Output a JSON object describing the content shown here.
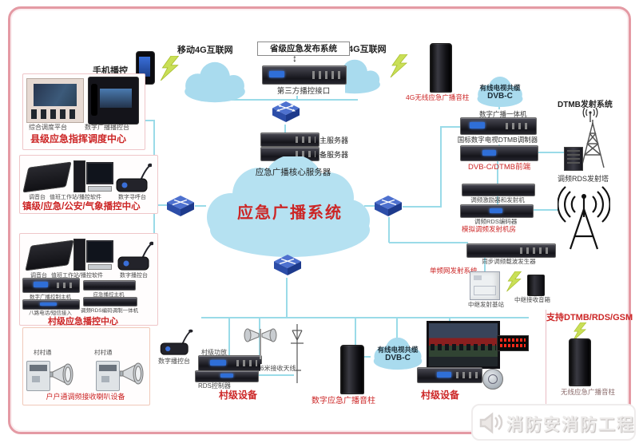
{
  "colors": {
    "accent_red": "#cc2626",
    "cloud_blue": "#a9dbee",
    "big_cloud_blue": "#b5e1f1",
    "line_cyan": "#9adbe8",
    "frame_pink": "#e49aa4"
  },
  "top": {
    "phone_control": "手机播控",
    "mobile_4g_left": "移动4G互联网",
    "mobile_4g_right": "移动4G互联网",
    "provincial_system": "省级应急发布系统",
    "third_party_gateway": "第三方播控接口",
    "updown_arrow": "↕"
  },
  "center": {
    "core_label": "应急广播核心服务器",
    "main_server": "主服务器",
    "backup_server": "备服务器",
    "system_title": "应急广播系统"
  },
  "panels": {
    "county": {
      "photo1": "综合调度平台",
      "photo2": "数字广播播控台",
      "title": "县级应急指挥调度中心"
    },
    "town": {
      "item1": "调音台",
      "item2": "值班工作站/播控软件",
      "item3": "数字寻呼台",
      "title": "镇级/应急/公安/气象播控中心"
    },
    "village": {
      "item1": "调音台",
      "item2": "值班工作站/播控软件",
      "item3": "数字播控台",
      "rack1": "数字广播控制主机",
      "rack2": "应急播控主机",
      "rack3": "八路电话/短信接入",
      "rack4": "调频RDS编码调制一体机",
      "title": "村级应急播控中心"
    },
    "household": {
      "unit1": "村村通",
      "unit2": "村村通",
      "title": "户户通调频接收喇叭设备"
    }
  },
  "right": {
    "speaker_4g": "4G无线应急广播音柱",
    "cable_cloud_line1": "有线电视共缆",
    "cable_cloud_line2": "DVB-C",
    "integrated_machine": "数字广播一体机",
    "dtmb_modulator": "国标数字电视DTMB调制器",
    "dvbc_dtmb_frontend": "DVB-C/DTMB前端",
    "dtmb_tx_system": "DTMB发射系统",
    "rds_tower": "调频RDS发射塔",
    "fm_exciter": "调频激励器和发射机",
    "rds_encoder": "调频RDS编码器",
    "fm_room": "模拟调频发射机房",
    "sfn_generator": "同步调频载波发生器",
    "sfn_system": "单频网发射系统",
    "relay_station": "中继发射基站",
    "relay_speaker": "中继接收音箱",
    "support_modes": "支持DTMB/RDS/GSM",
    "wireless_speaker": "无线应急广播音柱"
  },
  "bottom": {
    "paging_mic": "数字播控台",
    "village_amp": "村级功放",
    "rds_controller": "RDS控制器",
    "rx_antenna": "6米接收天线",
    "village_equipment_left": "村级设备",
    "cable_cloud_line1": "有线电视共缆",
    "cable_cloud_line2": "DVB-C",
    "digital_speaker": "数字应急广播音柱",
    "village_equipment_right": "村级设备"
  },
  "watermark": {
    "text": "消防安消防工程"
  }
}
